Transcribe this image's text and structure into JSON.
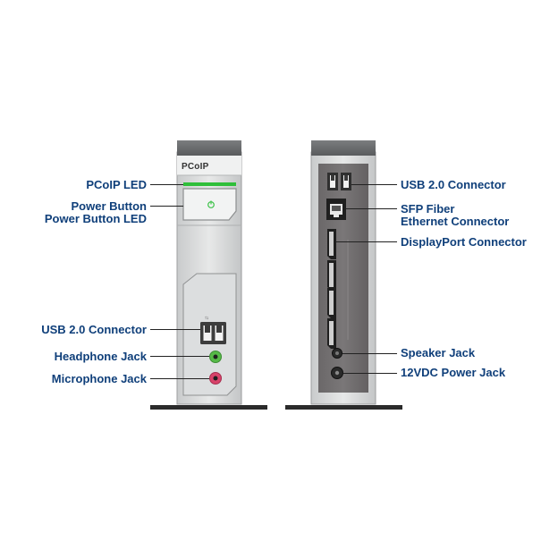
{
  "brand": "PCoIP",
  "front_labels": {
    "pcoip_led": "PCoIP LED",
    "power_button": "Power Button",
    "power_button_led": "Power Button LED",
    "usb": "USB 2.0 Connector",
    "headphone": "Headphone Jack",
    "microphone": "Microphone Jack"
  },
  "rear_labels": {
    "usb": "USB 2.0 Connector",
    "sfp_line1": "SFP Fiber",
    "sfp_line2": "Ethernet Connector",
    "displayport": "DisplayPort Connector",
    "speaker": "Speaker Jack",
    "power_jack": "12VDC Power Jack"
  },
  "colors": {
    "label": "#0f3f7a",
    "led_green": "#2fbf3a",
    "headphone_green": "#56b947",
    "mic_pink": "#d8436a"
  }
}
